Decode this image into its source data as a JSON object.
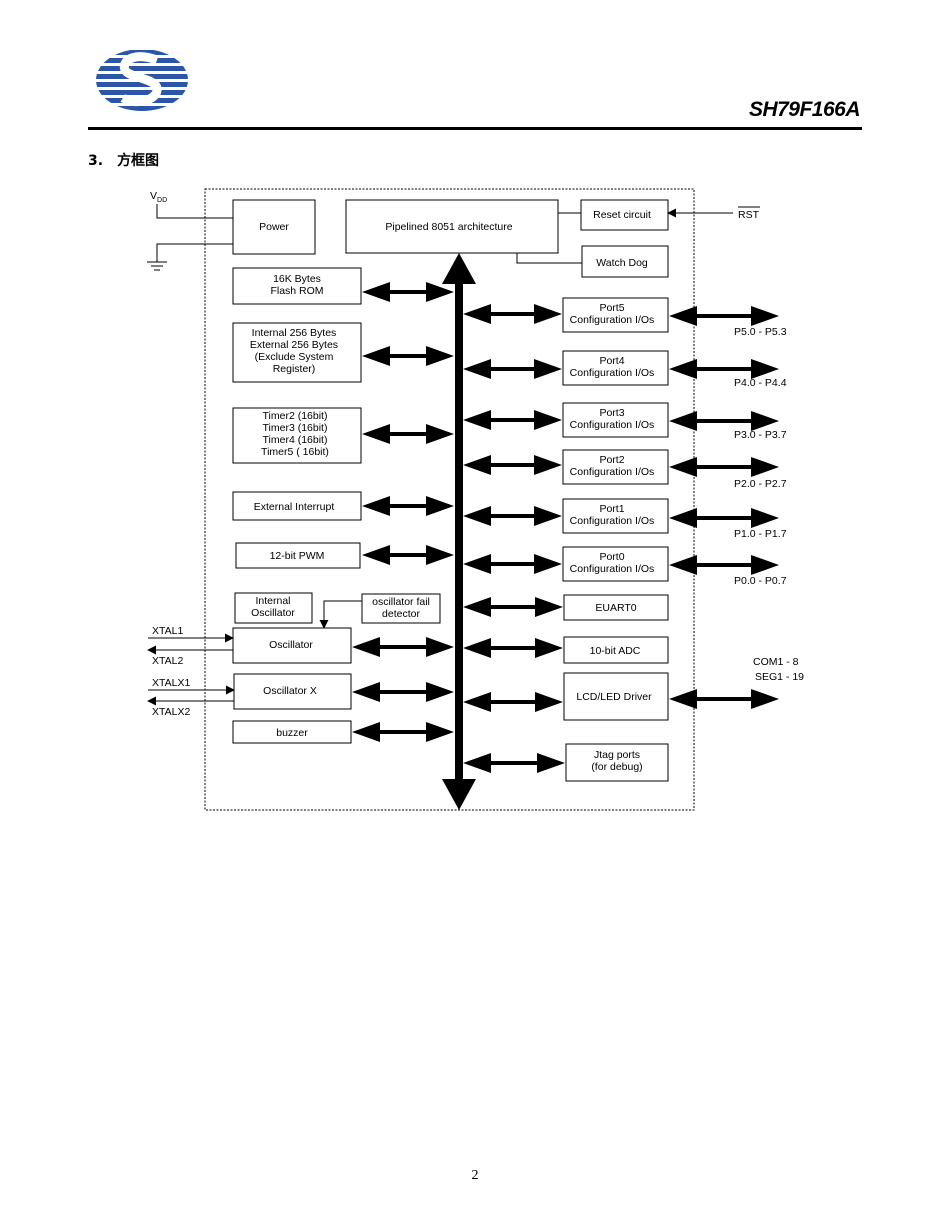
{
  "header": {
    "document_title": "SH79F166A",
    "section_number": "3.",
    "section_title": "方框图"
  },
  "diagram": {
    "vdd_label": "V",
    "vdd_sub": "DD",
    "power": "Power",
    "core": "Pipelined 8051 architecture",
    "reset_circuit": "Reset circuit",
    "rst_label": "RST",
    "watch_dog": "Watch Dog",
    "flash_rom": [
      "16K Bytes",
      "Flash ROM"
    ],
    "ram": [
      "Internal 256 Bytes",
      "External 256 Bytes",
      "(Exclude System",
      "Register)"
    ],
    "timers": [
      "Timer2 (16bit)",
      "Timer3 (16bit)",
      "Timer4 (16bit)",
      "Timer5 ( 16bit)"
    ],
    "external_interrupt": "External Interrupt",
    "pwm": "12-bit PWM",
    "internal_oscillator": [
      "Internal",
      "Oscillator"
    ],
    "osc_fail_detector": [
      "oscillator fail",
      "detector"
    ],
    "oscillator": "Oscillator",
    "oscillator_x": "Oscillator X",
    "buzzer": "buzzer",
    "xtal1": "XTAL1",
    "xtal2": "XTAL2",
    "xtalx1": "XTALX1",
    "xtalx2": "XTALX2",
    "ports": [
      {
        "name": "Port5",
        "desc": "Configuration I/Os",
        "pins": "P5.0 - P5.3"
      },
      {
        "name": "Port4",
        "desc": "Configuration I/Os",
        "pins": "P4.0 -  P4.4"
      },
      {
        "name": "Port3",
        "desc": "Configuration I/Os",
        "pins": "P3.0 - P3.7"
      },
      {
        "name": "Port2",
        "desc": "Configuration I/Os",
        "pins": "P2.0 - P2.7"
      },
      {
        "name": "Port1",
        "desc": "Configuration I/Os",
        "pins": "P1.0 - P1.7"
      },
      {
        "name": "Port0",
        "desc": "Configuration I/Os",
        "pins": "P0.0 - P0.7"
      }
    ],
    "euart": "EUART0",
    "adc": "10-bit ADC",
    "lcd_driver": "LCD/LED Driver",
    "com_pins": "COM1 - 8",
    "seg_pins": "SEG1 - 19",
    "jtag": [
      "Jtag ports",
      "(for debug)"
    ]
  },
  "footer": {
    "page_number": "2"
  }
}
